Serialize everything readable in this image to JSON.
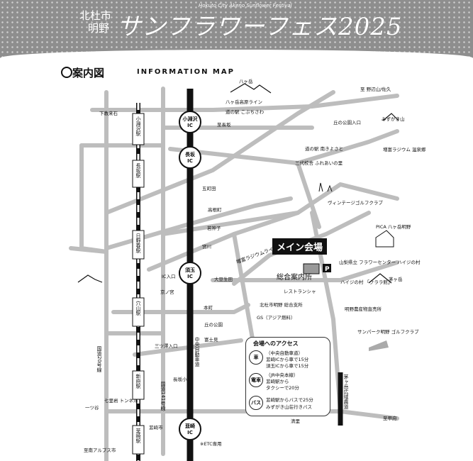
{
  "header": {
    "city_line1": "北杜市",
    "city_line2": "明野",
    "fest_title": "サンフラワーフェス2025",
    "fest_sub": "Hokuto City Akeno Sunflower Festival"
  },
  "heading": {
    "jp": "案内図",
    "en": "INFORMATION MAP"
  },
  "main_venue": "メイン会場",
  "places": {
    "yatsugatake": "八ヶ岳",
    "yatsugatake_line": "八ヶ岳高原ライン",
    "michinoeki_kobuchisawa": "道の駅 こぶちさわ",
    "oka_entrance": "丘の公園入口",
    "kobuchisawa_ic": "小淵沢\nIC",
    "nagasaka_ic": "長坂\nIC",
    "sutama_ic": "須玉\nIC",
    "nirasaki_ic": "韮崎\nIC",
    "michinoeki_kiyosato": "道の駅 南きよさと",
    "mitsumine": "三代校舎\nふれあいの里",
    "mizugaki": "みずがき山",
    "masutomi": "増富ラジウム\n温泉郷",
    "vintage_golf": "ヴィンテージゴルフクラブ",
    "pica": "PICA\n八ヶ岳明野",
    "flower_center": "山梨県立\nフラワーセンター\nハイジの村",
    "heidi": "ハイジの村\n「クララ館」",
    "kayagatake": "茅ヶ岳",
    "info_center": "総合案内所",
    "restaurant": "レストランシャ",
    "akeno_branch": "北杜市明野\n総合支所",
    "gs": "GS（アジア燃料）",
    "akeno_products": "明野農産物直売所",
    "sunpark": "サンパーク明野\nゴルフクラブ",
    "kofu": "韮崎市",
    "north_station": "小淵沢駅",
    "nagasaka_st": "長坂駅",
    "hinoharu_st": "日野春駅",
    "anayama_st": "穴山駅",
    "shinpu_st": "新府駅",
    "nirasaki_st": "韮崎駅",
    "kiyosato_sign": "清里",
    "chuo_expressway": "中央自動車道",
    "route141": "国道141号線",
    "route20": "国道20号線",
    "masutomi_line": "増富ラジウムライン",
    "shichiri_tunnel": "七里岩\nトンネル",
    "kayagatake_road": "茅ヶ岳広域農道",
    "etc": "※ETC専用",
    "ichinomiya": "一ツ谷",
    "minami_alps": "至南アルプス市",
    "kofu_dir": "至甲府",
    "koumi_dir": "至 野辺山/佐久",
    "hokuto_fire": "至長坂",
    "ic_entrance": "IC入口",
    "sanpachi": "三ツ澤入口",
    "kyomiya": "京ノ宮",
    "fujimi": "富士見",
    "shimokane": "下教来石",
    "nagasaka_school": "長坂小",
    "daikai": "大豆生田",
    "goryo": "五町田",
    "takane": "高根町",
    "wakamiko": "若神子",
    "miyagawa": "宮川",
    "honmachi": "本町",
    "okamachi": "丘の公園"
  },
  "access": {
    "title": "会場へのアクセス",
    "car_tag": "車",
    "car_sub": "（中央自動車道）",
    "car_1": "韮崎ICから車で15分",
    "car_2": "須玉ICから車で15分",
    "train_tag": "電車",
    "train_sub": "（JR中央本線）",
    "train_1": "韮崎駅から",
    "train_2": "タクシーで20分",
    "bus_tag": "バス",
    "bus_1": "韮崎駅からバスで25分",
    "bus_2": "みずがき山荘行きバス"
  }
}
